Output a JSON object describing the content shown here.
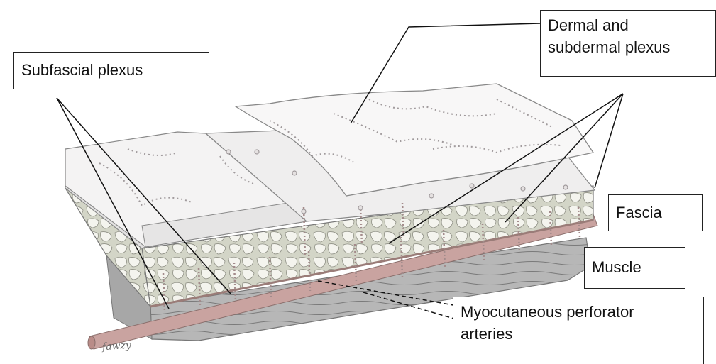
{
  "labels": {
    "dermal_plexus": {
      "line1": "Dermal and",
      "line2": "subdermal plexus"
    },
    "subfascial_plexus": "Subfascial plexus",
    "fascia": "Fascia",
    "muscle": "Muscle",
    "perforators": {
      "line1": "Myocutaneous perforator",
      "line2": "arteries"
    }
  },
  "signature": "fawzy",
  "colors": {
    "skin_fill": "#f3f2f2",
    "fat_fill": "#d5d6c8",
    "muscle_fill": "#b4b4b4",
    "artery_fill": "#c9a3a0",
    "vessel_dots": "#a09a9c",
    "leader_line": "#111111"
  }
}
